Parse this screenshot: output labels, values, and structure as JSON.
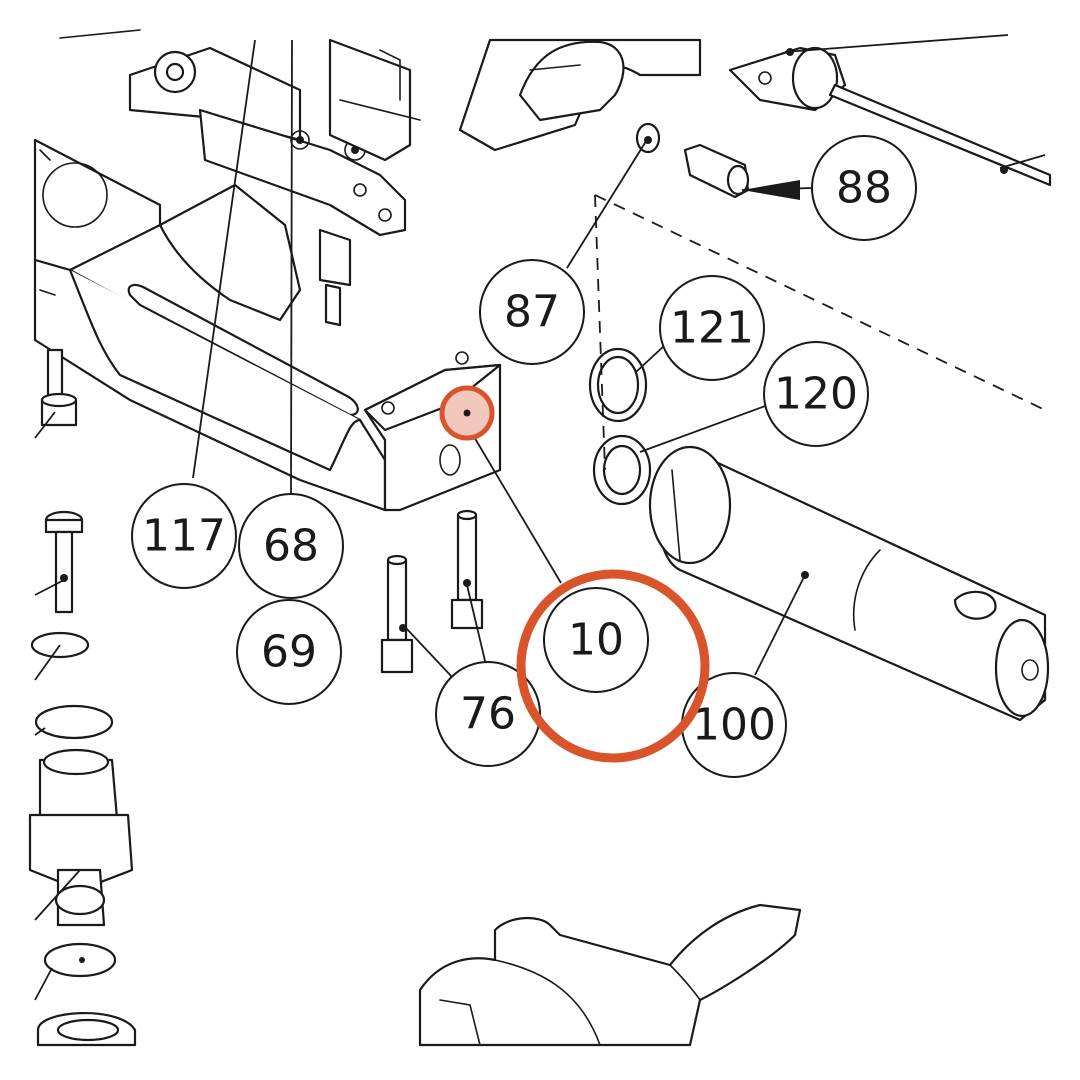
{
  "diagram": {
    "callouts": [
      {
        "id": "117",
        "label": "117"
      },
      {
        "id": "68",
        "label": "68"
      },
      {
        "id": "69",
        "label": "69"
      },
      {
        "id": "87",
        "label": "87"
      },
      {
        "id": "88",
        "label": "88"
      },
      {
        "id": "121",
        "label": "121"
      },
      {
        "id": "120",
        "label": "120"
      },
      {
        "id": "10",
        "label": "10"
      },
      {
        "id": "76",
        "label": "76"
      },
      {
        "id": "100",
        "label": "100"
      }
    ],
    "highlight": {
      "part": "10",
      "color": "#d9532b",
      "fill": "#f2c8bc"
    }
  }
}
